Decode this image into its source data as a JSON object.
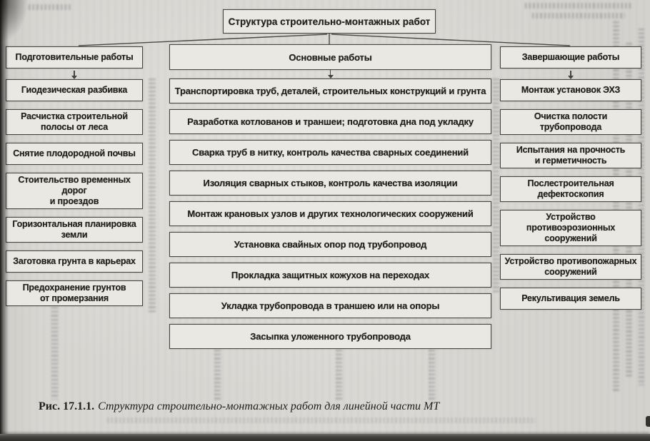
{
  "diagram": {
    "title": "Структура строительно-монтажных работ",
    "columns": [
      {
        "header": "Подготовительные работы",
        "items": [
          "Гиодезическая разбивка",
          "Расчистка строительной\nполосы от леса",
          "Снятие плодородной почвы",
          "Стоительство временных дорог\nи проездов",
          "Горизонтальная планировка\nземли",
          "Заготовка грунта в карьерах",
          "Предохранение грунтов\nот промерзания"
        ]
      },
      {
        "header": "Основные работы",
        "items": [
          "Транспортировка труб, деталей, строительных конструкций и грунта",
          "Разработка котлованов и траншеи; подготовка дна под укладку",
          "Сварка труб в нитку, контроль качества сварных соединений",
          "Изоляция сварных стыков, контроль качества изоляции",
          "Монтаж крановых узлов и других технологических сооружений",
          "Установка свайных опор под трубопровод",
          "Прокладка защитных кожухов на переходах",
          "Укладка трубопровода в траншею или на опоры",
          "Засыпка уложенного трубопровода"
        ]
      },
      {
        "header": "Завершающие работы",
        "items": [
          "Монтаж установок ЭХЗ",
          "Очистка полости трубопровода",
          "Испытания на прочность\nи герметичность",
          "Послестроительная\nдефектоскопия",
          "Устройство противоэрозионных\nсооружений",
          "Устройство противопожарных\nсооружений",
          "Рекультивация земель"
        ]
      }
    ]
  },
  "caption": {
    "label": "Рис. 17.1.1.",
    "text": "Структура строительно-монтажных работ для линейной части МТ"
  },
  "colors": {
    "paper": "#d8d6d1",
    "box_fill": "#eae8e3",
    "box_border": "#45443f",
    "ink": "#23221e",
    "scan_edge": "#2e2d2a"
  }
}
